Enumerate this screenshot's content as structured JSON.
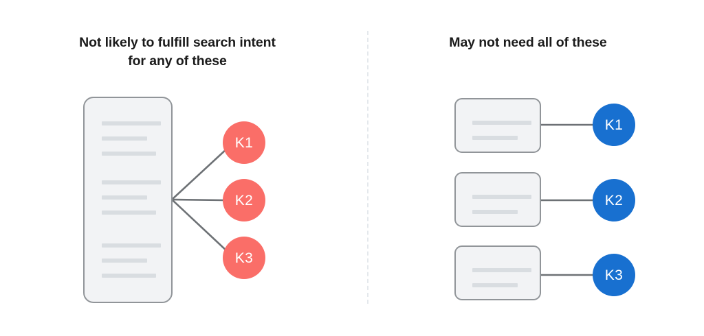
{
  "panels": {
    "left": {
      "heading": "Not likely to fulfill search intent\nfor any of these",
      "document": {
        "name": "single-long-document",
        "line_groups": [
          {
            "lines": [
              {
                "width": 86
              },
              {
                "width": 66
              },
              {
                "width": 79
              }
            ]
          },
          {
            "lines": [
              {
                "width": 86
              },
              {
                "width": 66
              },
              {
                "width": 79
              }
            ]
          },
          {
            "lines": [
              {
                "width": 86
              },
              {
                "width": 66
              },
              {
                "width": 79
              }
            ]
          }
        ]
      },
      "keywords": [
        {
          "label": "K1",
          "color": "#fa6e68"
        },
        {
          "label": "K2",
          "color": "#fa6e68"
        },
        {
          "label": "K3",
          "color": "#fa6e68"
        }
      ]
    },
    "right": {
      "heading": "May not need all of these",
      "documents": [
        {
          "name": "document-k1",
          "lines": [
            {
              "width": 86
            },
            {
              "width": 66
            }
          ]
        },
        {
          "name": "document-k2",
          "lines": [
            {
              "width": 86
            },
            {
              "width": 66
            }
          ]
        },
        {
          "name": "document-k3",
          "lines": [
            {
              "width": 86
            },
            {
              "width": 66
            }
          ]
        }
      ],
      "keywords": [
        {
          "label": "K1",
          "color": "#1870d0"
        },
        {
          "label": "K2",
          "color": "#1870d0"
        },
        {
          "label": "K3",
          "color": "#1870d0"
        }
      ]
    }
  },
  "divider": {
    "style": "dashed",
    "color": "#e4e8ec"
  },
  "colors": {
    "background": "#ffffff",
    "heading_text": "#1b1b1b",
    "card_fill": "#f2f3f5",
    "card_border": "#919599",
    "skeleton_line": "#d9dde1",
    "connector": "#6d7175",
    "keyword_red": "#fa6e68",
    "keyword_blue": "#1870d0",
    "keyword_label": "#ffffff"
  }
}
